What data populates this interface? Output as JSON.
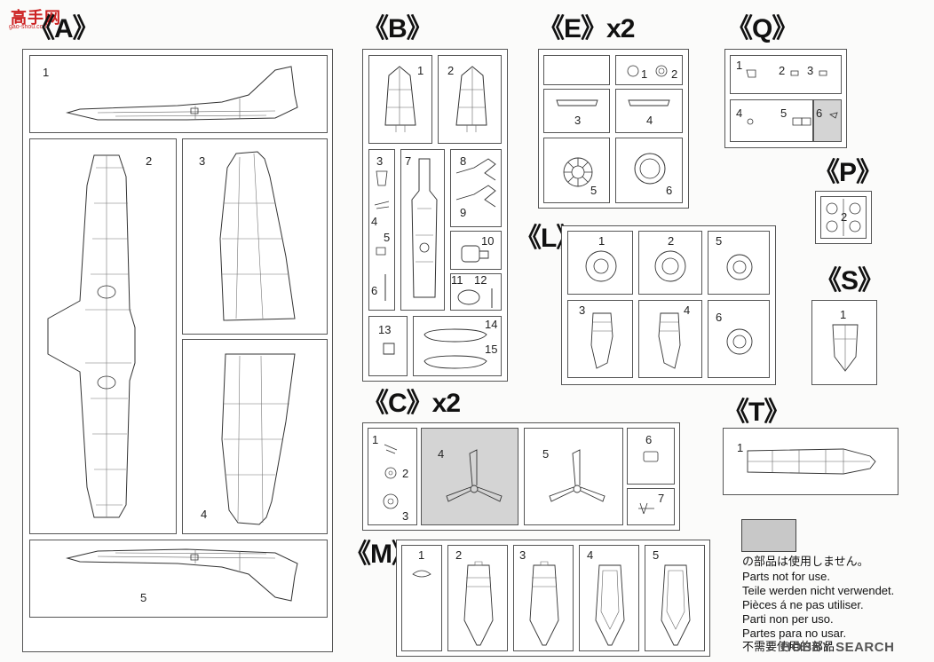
{
  "watermark_top": {
    "logo_text": "高手网",
    "url_text": "gao-shou.com"
  },
  "watermark_bottom": "HOBBY SEARCH",
  "headers": {
    "A": "《A》",
    "B": "《B》",
    "E": "《E》x2",
    "Q": "《Q》",
    "P": "《P》",
    "L": "《L》",
    "S": "《S》",
    "C": "《C》x2",
    "T": "《T》",
    "M": "《M》"
  },
  "sprue_A": [
    "1",
    "2",
    "3",
    "4",
    "5"
  ],
  "sprue_B": [
    "1",
    "2",
    "3",
    "7",
    "8",
    "9",
    "4",
    "5",
    "10",
    "6",
    "11",
    "12",
    "13",
    "14",
    "15"
  ],
  "sprue_E": [
    "1",
    "2",
    "3",
    "4",
    "5",
    "6"
  ],
  "sprue_Q": [
    "1",
    "2",
    "3",
    "4",
    "5",
    "6"
  ],
  "sprue_P": [
    "2"
  ],
  "sprue_L": [
    "1",
    "2",
    "5",
    "3",
    "4",
    "6"
  ],
  "sprue_S": [
    "1"
  ],
  "sprue_C": [
    "1",
    "2",
    "3",
    "4",
    "5",
    "6",
    "7"
  ],
  "sprue_T": [
    "1"
  ],
  "sprue_M": [
    "1",
    "2",
    "3",
    "4",
    "5"
  ],
  "legend": {
    "swatch_color": "#c8c8c8",
    "lines": [
      "の部品は使用しません。",
      "Parts not for use.",
      "Teile werden nicht verwendet.",
      "Pièces á ne pas utiliser.",
      "Parti non per uso.",
      "Partes para no usar.",
      "不需要使用的部品"
    ]
  }
}
